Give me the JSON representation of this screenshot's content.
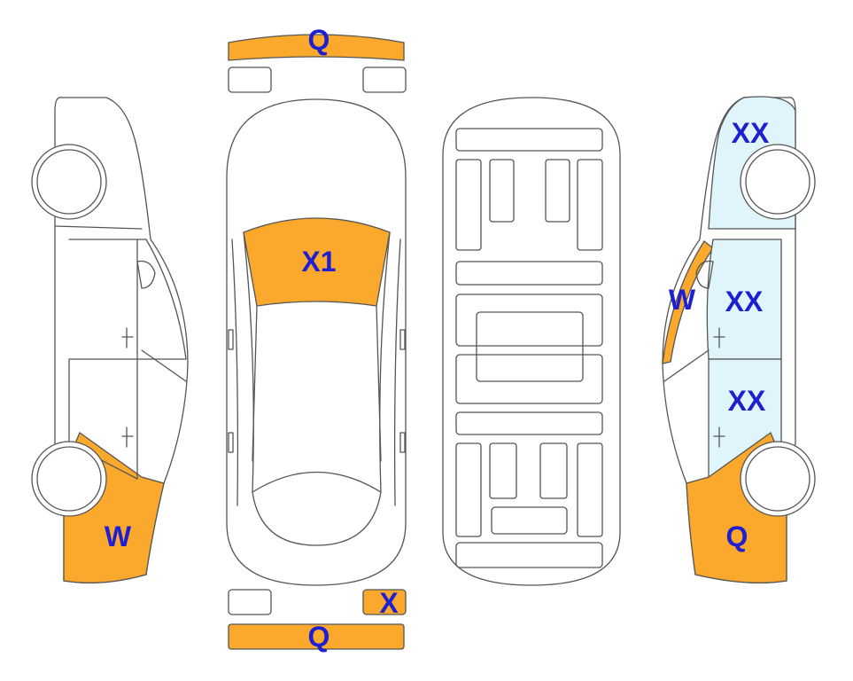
{
  "colors": {
    "damage_orange": "#FBA92D",
    "damage_light_blue": "#DFF5FB",
    "label_blue": "#1F1FD2",
    "outline": "#555555"
  },
  "labels": {
    "front_bumper": "Q",
    "hood": "X1",
    "rear_light_right": "X",
    "rear_bumper": "Q",
    "left_rear_quarter": "W",
    "right_front_fender": "XX",
    "right_a_pillar": "W",
    "right_front_door": "XX",
    "right_rear_door": "XX",
    "right_rear_quarter": "Q"
  }
}
